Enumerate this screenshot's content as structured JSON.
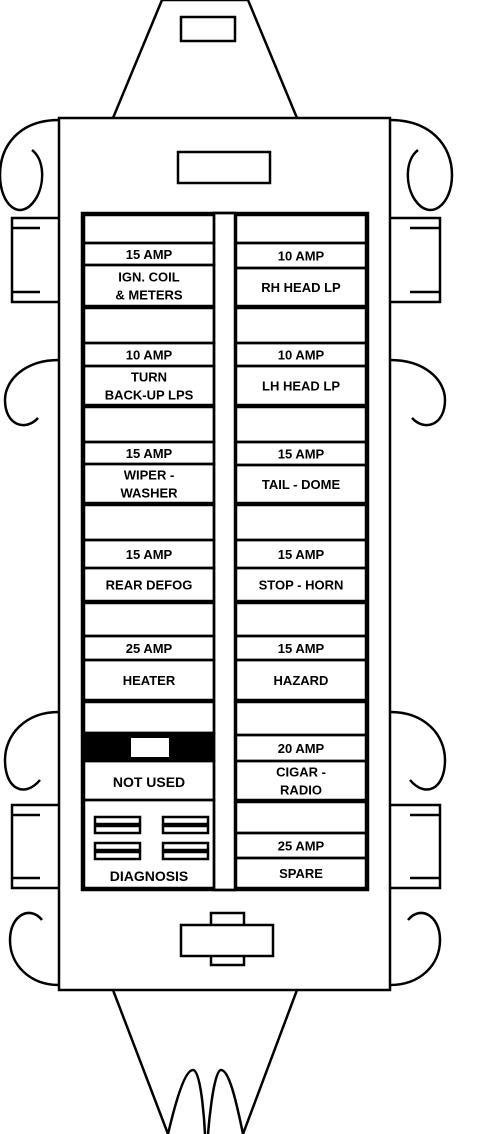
{
  "left_column": [
    {
      "amp": "15 AMP",
      "lines": [
        "IGN. COIL",
        "& METERS"
      ]
    },
    {
      "amp": "10 AMP",
      "lines": [
        "TURN",
        "BACK-UP LPS"
      ]
    },
    {
      "amp": "15 AMP",
      "lines": [
        "WIPER -",
        "WASHER"
      ]
    },
    {
      "amp": "15 AMP",
      "lines": [
        "REAR DEFOG"
      ]
    },
    {
      "amp": "25 AMP",
      "lines": [
        "HEATER"
      ]
    }
  ],
  "not_used": {
    "label": "NOT USED"
  },
  "diagnosis": {
    "label": "DIAGNOSIS"
  },
  "right_column": [
    {
      "amp": "10 AMP",
      "lines": [
        "RH HEAD LP"
      ]
    },
    {
      "amp": "10 AMP",
      "lines": [
        "LH HEAD LP"
      ]
    },
    {
      "amp": "15 AMP",
      "lines": [
        "TAIL - DOME"
      ]
    },
    {
      "amp": "15 AMP",
      "lines": [
        "STOP - HORN"
      ]
    },
    {
      "amp": "15 AMP",
      "lines": [
        "HAZARD"
      ]
    },
    {
      "amp": "20 AMP",
      "lines": [
        "CIGAR -",
        "RADIO"
      ]
    },
    {
      "amp": "25 AMP",
      "lines": [
        "SPARE"
      ]
    }
  ]
}
